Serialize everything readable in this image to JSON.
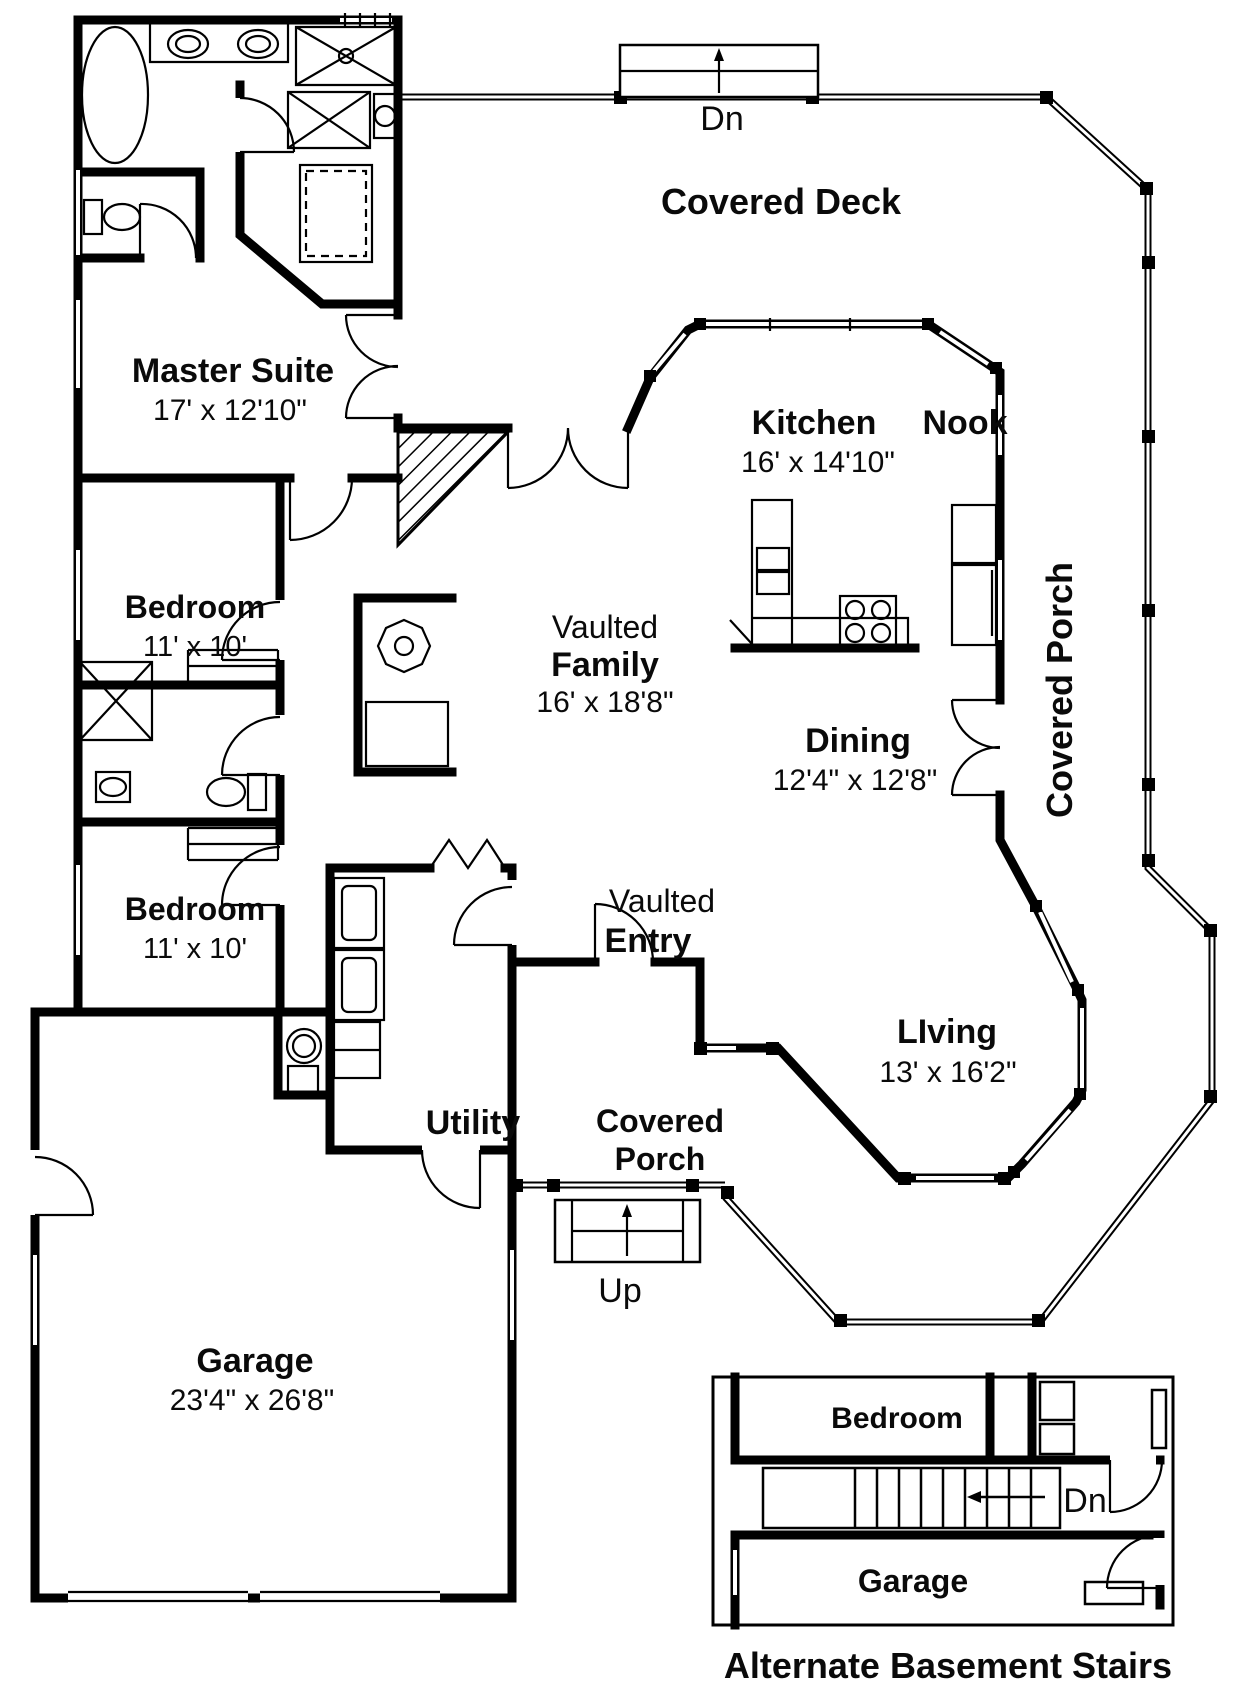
{
  "colors": {
    "ink": "#000000",
    "paper": "#ffffff"
  },
  "plan": {
    "deck": {
      "label": "Covered Deck",
      "stair": "Dn"
    },
    "master": {
      "name": "Master Suite",
      "dims": "17' x 12'10\""
    },
    "kitchen": {
      "name": "Kitchen",
      "dims": "16' x 14'10\""
    },
    "nook": {
      "name": "Nook"
    },
    "bedroom_front": {
      "name": "Bedroom",
      "dims": "11' x 10'"
    },
    "family": {
      "qualifier": "Vaulted",
      "name": "Family",
      "dims": "16' x 18'8\""
    },
    "dining": {
      "name": "Dining",
      "dims": "12'4\" x 12'8\""
    },
    "porch_right": {
      "label": "Covered Porch"
    },
    "entry": {
      "qualifier": "Vaulted",
      "name": "Entry"
    },
    "bedroom_rear": {
      "name": "Bedroom",
      "dims": "11' x 10'"
    },
    "living": {
      "name": "LIving",
      "dims": "13' x 16'2\""
    },
    "utility": {
      "name": "Utility"
    },
    "porch_front": {
      "line1": "Covered",
      "line2": "Porch",
      "stair": "Up"
    },
    "garage": {
      "name": "Garage",
      "dims": "23'4\" x 26'8\""
    }
  },
  "inset": {
    "bedroom": "Bedroom",
    "garage": "Garage",
    "stair": "Dn",
    "caption": "Alternate Basement Stairs"
  }
}
